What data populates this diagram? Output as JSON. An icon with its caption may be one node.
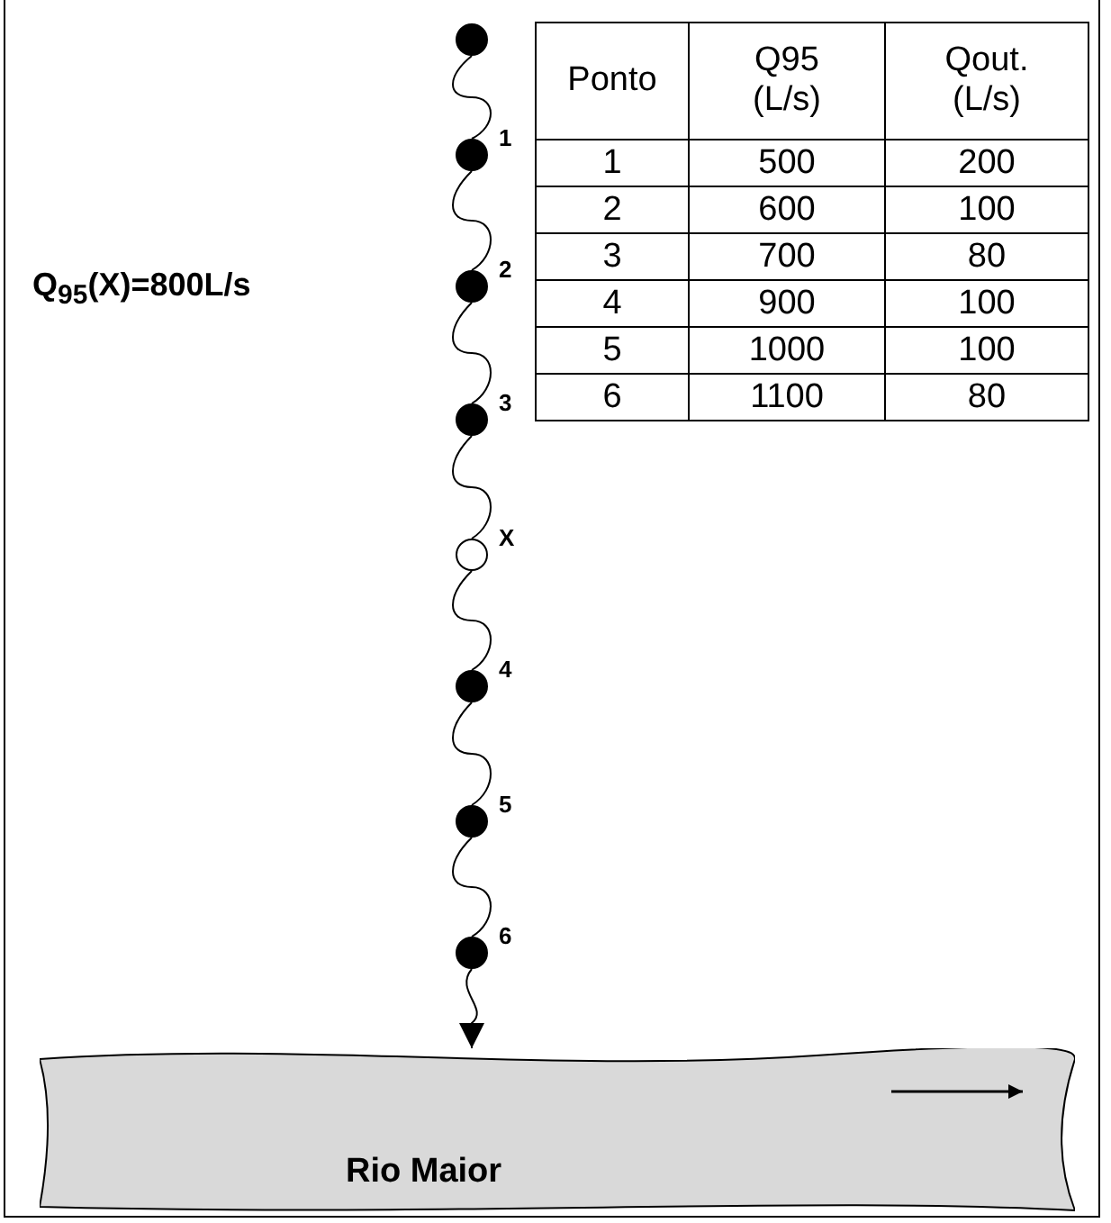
{
  "diagram": {
    "nodes": [
      {
        "text": [],
        "shape": "circle"
      },
      {
        "text": [],
        "shape": "circle",
        "beside": [
          "1"
        ]
      },
      {
        "text": [],
        "shape": "circle",
        "beside": [
          "2"
        ]
      },
      {
        "text": [],
        "shape": "circle",
        "beside": [
          "3"
        ]
      },
      {
        "text": [],
        "shape": "circle",
        "beside": [
          "X"
        ]
      },
      {
        "text": [],
        "shape": "circle",
        "beside": [
          "4"
        ]
      },
      {
        "text": [],
        "shape": "circle",
        "beside": [
          "5"
        ]
      },
      {
        "text": [],
        "shape": "circle",
        "beside": [
          "6"
        ]
      },
      {
        "text": [
          "Rio Maior"
        ]
      }
    ],
    "edges": [
      {
        "from": 0,
        "to": 1,
        "arrow": "none"
      },
      {
        "from": 1,
        "to": 2,
        "arrow": "none"
      },
      {
        "from": 2,
        "to": 3,
        "arrow": "none"
      },
      {
        "from": 3,
        "to": 4,
        "arrow": "none"
      },
      {
        "from": 4,
        "to": 5,
        "arrow": "none"
      },
      {
        "from": 5,
        "to": 6,
        "arrow": "none"
      },
      {
        "from": 6,
        "to": 7,
        "arrow": "none"
      },
      {
        "from": 7,
        "to": 8,
        "arrow": "to"
      }
    ],
    "labels": [
      "Q$_{95}$(X)=800L/s",
      "Ponto",
      "Q95 (L/s)",
      "Qout. (L/s)",
      "1",
      "500",
      "200",
      "2",
      "600",
      "100",
      "3",
      "700",
      "80",
      "4",
      "900",
      "100",
      "5",
      "1000",
      "100",
      "6",
      "1100",
      "80"
    ]
  }
}
